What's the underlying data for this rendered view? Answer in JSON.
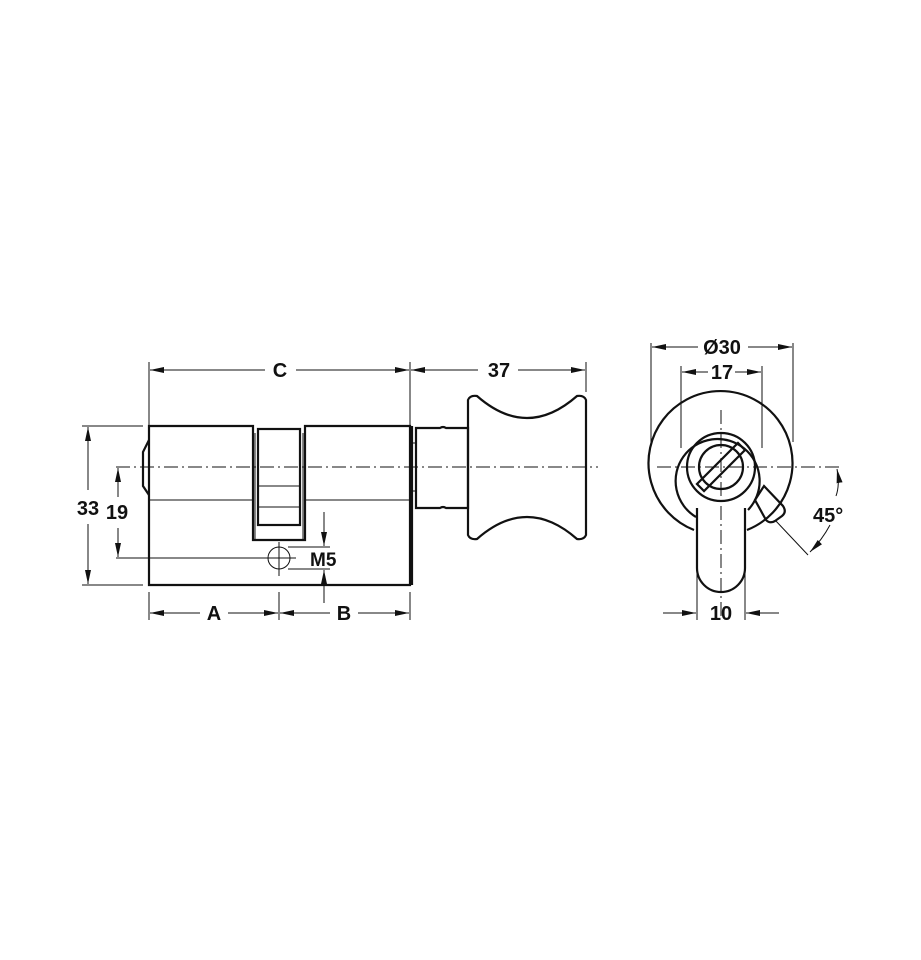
{
  "drawing": {
    "title": "Profile cylinder with turn knob - dimensional drawing",
    "side_view": {
      "labels": {
        "overall_length": "C",
        "knob_length": "37",
        "height": "33",
        "center_height": "19",
        "screw_thread": "M5",
        "length_a": "A",
        "length_b": "B"
      }
    },
    "front_view": {
      "labels": {
        "knob_diameter": "Ø30",
        "rose_diameter": "17",
        "cam_width": "10",
        "cam_angle": "45°"
      }
    },
    "colors": {
      "line": "#111111",
      "background": "#ffffff"
    }
  }
}
